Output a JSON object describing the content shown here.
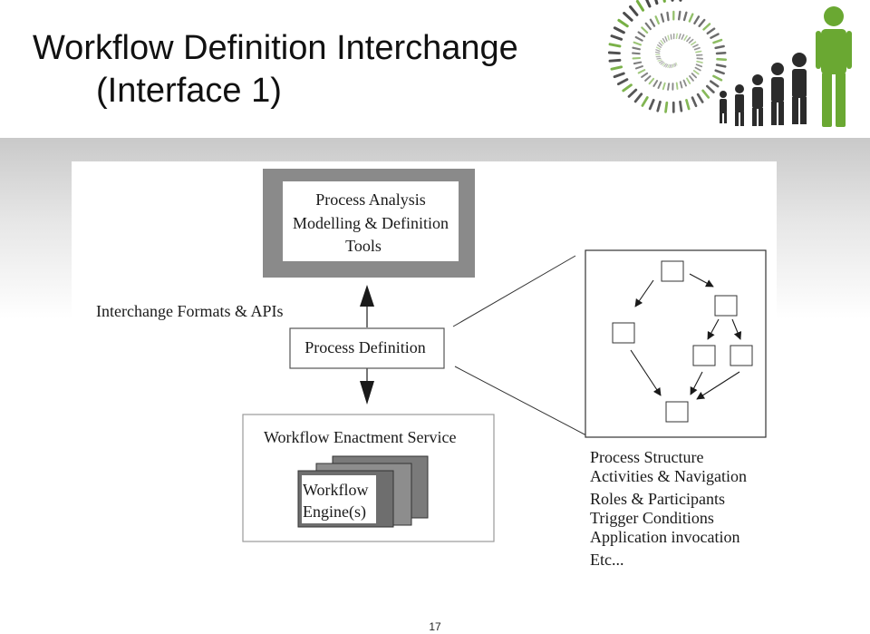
{
  "slide": {
    "title_line1": "Workflow Definition Interchange",
    "title_line2": "(Interface 1)",
    "page_number": "17"
  },
  "diagram": {
    "tools_box": [
      "Process Analysis",
      "Modelling & Definition",
      "Tools"
    ],
    "interchange_label": "Interchange Formats & APIs",
    "definition_box": "Process Definition",
    "enactment_title": "Workflow Enactment Service",
    "engine_label": [
      "Workflow",
      "Engine(s)"
    ],
    "structure_list": [
      "Process Structure",
      "Activities & Navigation",
      "Roles & Participants",
      "Trigger Conditions",
      "Application invocation",
      "Etc..."
    ]
  },
  "colors": {
    "logo_green": "#6aa832",
    "dark_figure": "#2b2b2b",
    "tools_frame": "#8a8a8a"
  }
}
